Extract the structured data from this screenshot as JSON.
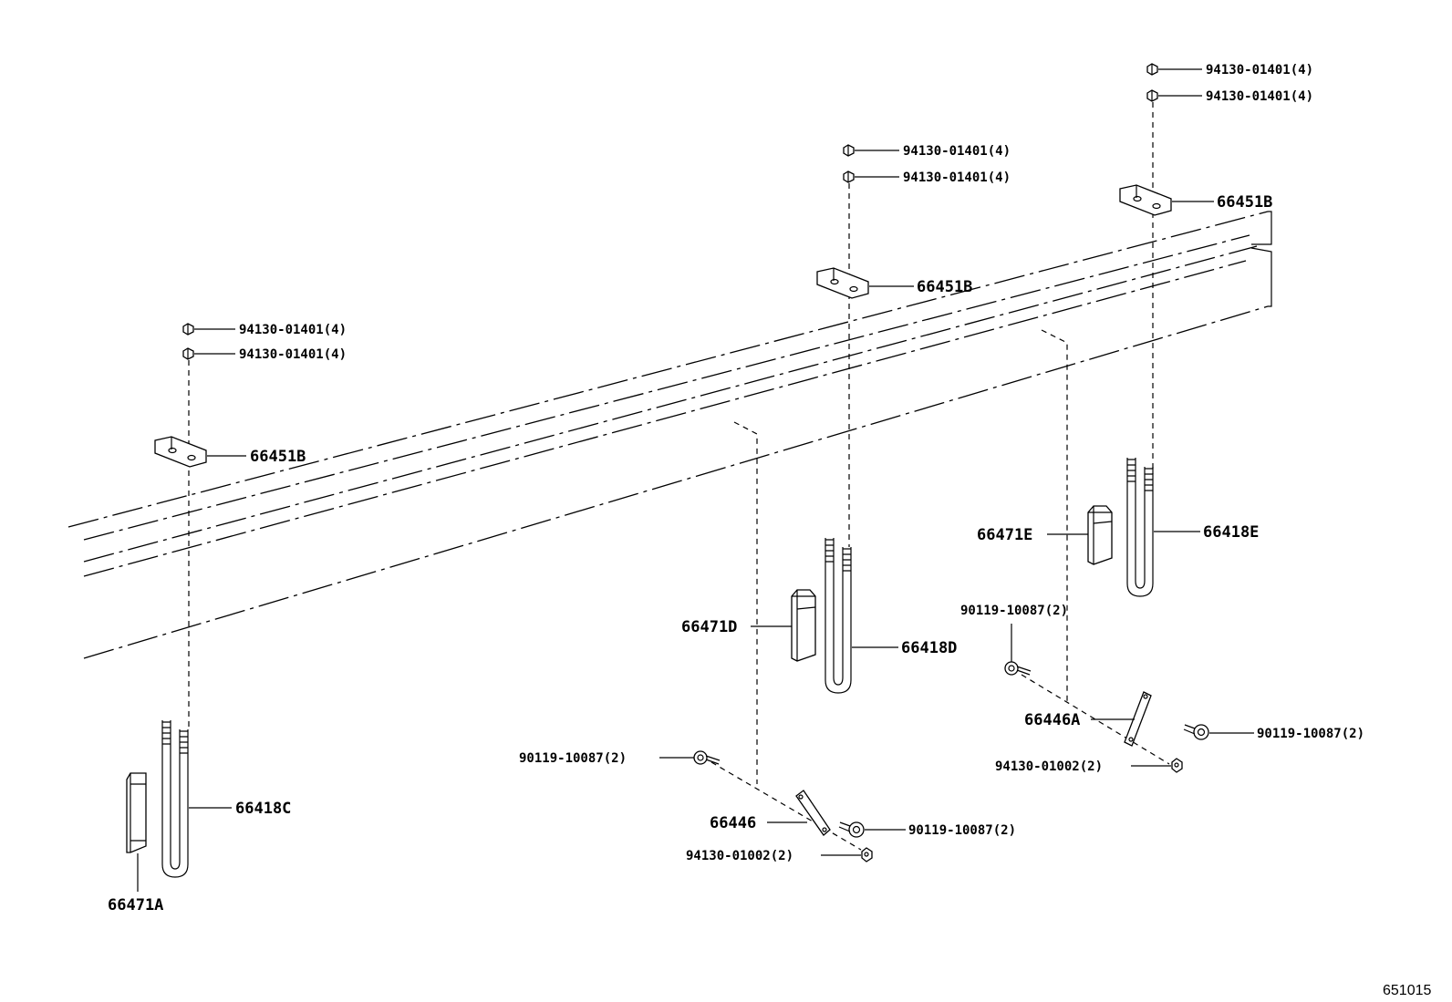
{
  "labels": {
    "nut_l1": "94130-01401(4)",
    "nut_l2": "94130-01401(4)",
    "nut_m1": "94130-01401(4)",
    "nut_m2": "94130-01401(4)",
    "nut_r1": "94130-01401(4)",
    "nut_r2": "94130-01401(4)",
    "plate_l": "66451B",
    "plate_m": "66451B",
    "plate_r": "66451B",
    "ubolt_l": "66418C",
    "ubolt_m": "66418D",
    "ubolt_r": "66418E",
    "spacer_l": "66471A",
    "spacer_m": "66471D",
    "spacer_r": "66471E",
    "clamp_m": "66446",
    "clamp_r": "66446A",
    "bolt_m1": "90119-10087(2)",
    "bolt_m2": "90119-10087(2)",
    "bolt_r1": "90119-10087(2)",
    "bolt_r2": "90119-10087(2)",
    "nut_small_m": "94130-01002(2)",
    "nut_small_r": "94130-01002(2)"
  },
  "figure_number": "651015"
}
